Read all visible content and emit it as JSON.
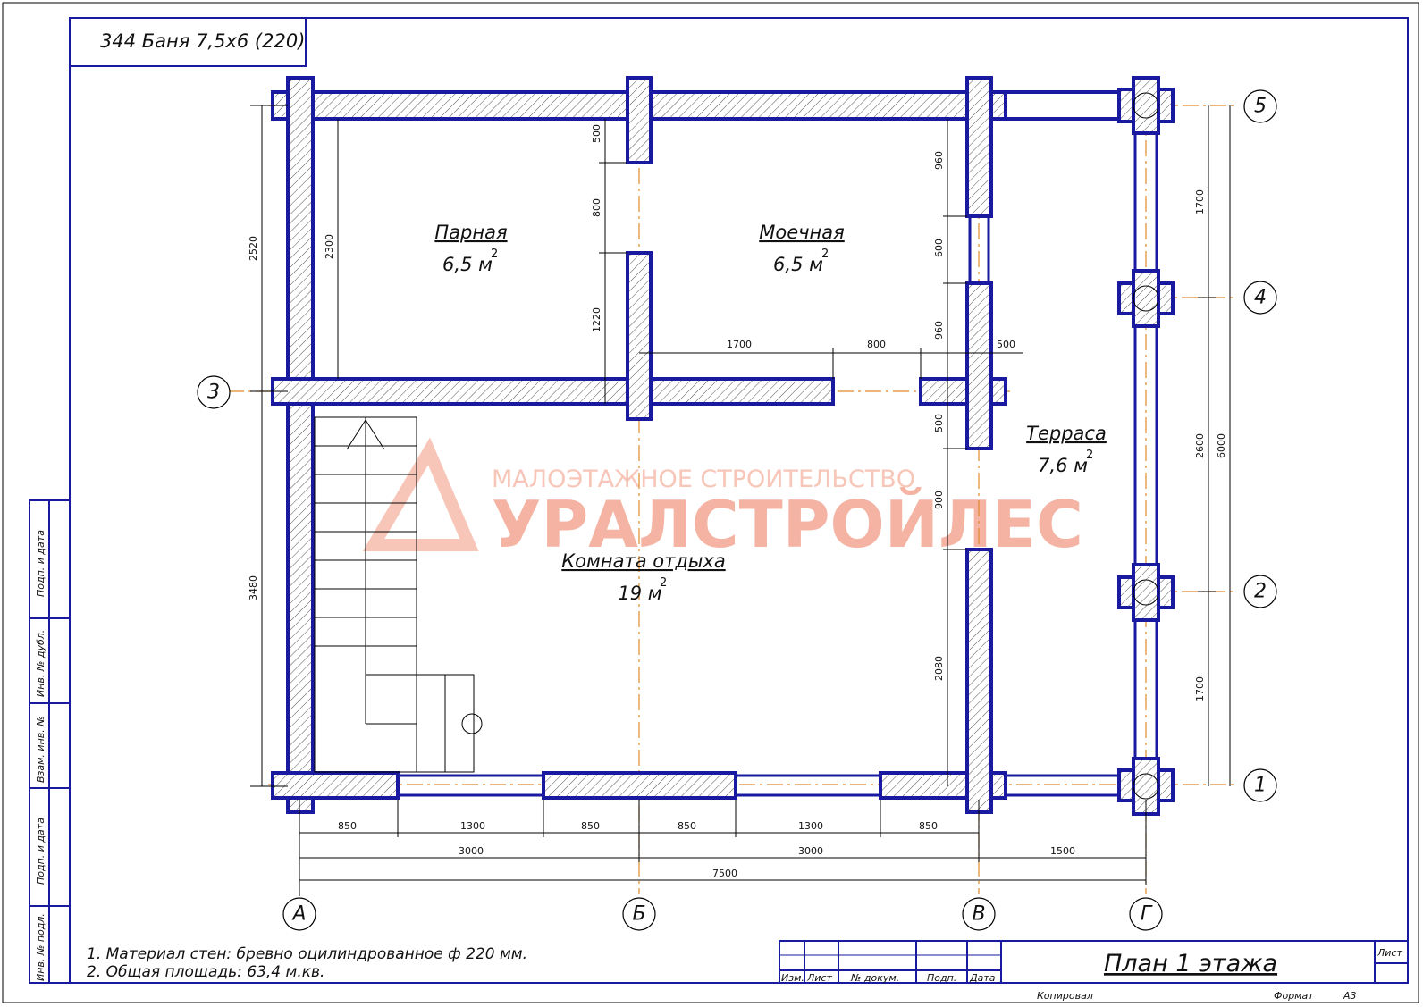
{
  "title_box": {
    "text": "344 Баня 7,5х6 (220)"
  },
  "rooms": [
    {
      "name": "Парная",
      "area": "6,5 м"
    },
    {
      "name": "Моечная",
      "area": "6,5 м"
    },
    {
      "name": "Терраса",
      "area": "7,6 м"
    },
    {
      "name": "Комната отдыха",
      "area": "19 м"
    }
  ],
  "area_superscript": "2",
  "axes": {
    "letters": [
      "А",
      "Б",
      "В",
      "Г"
    ],
    "numbers": [
      "1",
      "2",
      "3",
      "4",
      "5"
    ]
  },
  "dimensions": {
    "bottom_row1": [
      "850",
      "1300",
      "850",
      "850",
      "1300",
      "850"
    ],
    "bottom_row2": [
      "3000",
      "3000",
      "1500"
    ],
    "bottom_total": "7500",
    "left": [
      "2520",
      "3480"
    ],
    "inner_left": "2300",
    "partition_left": [
      "500",
      "800",
      "1220"
    ],
    "partition_right": [
      "960",
      "600",
      "960",
      "500",
      "900",
      "2080"
    ],
    "top_inner": [
      "1700",
      "800",
      "500"
    ],
    "right_inner": [
      "1700",
      "2600",
      "1700"
    ],
    "right_total": "6000"
  },
  "watermark": {
    "line1": "МАЛОЭТАЖНОЕ СТРОИТЕЛЬСТВО",
    "line2": "УРАЛСТРОЙЛЕС"
  },
  "notes": [
    "1. Материал стен: бревно оцилиндрованное ф 220 мм.",
    "2. Общая площадь: 63,4 м.кв."
  ],
  "side_stamp": [
    "Подп. и дата",
    "Инв. № дубл.",
    "Взам. инв. №",
    "Подп. и дата",
    "Инв. № подл."
  ],
  "stamp": {
    "headers": [
      "Изм.",
      "Лист",
      "№ докум.",
      "Подп.",
      "Дата"
    ],
    "sheet_title": "План 1 этажа",
    "sheet_label": "Лист",
    "copied": "Копировал",
    "format_label": "Формат",
    "format_value": "А3"
  },
  "colors": {
    "wall": "#1a1aa0",
    "axis": "#e08a2a",
    "hatch": "#555555",
    "watermark": "#f4b3a3"
  }
}
